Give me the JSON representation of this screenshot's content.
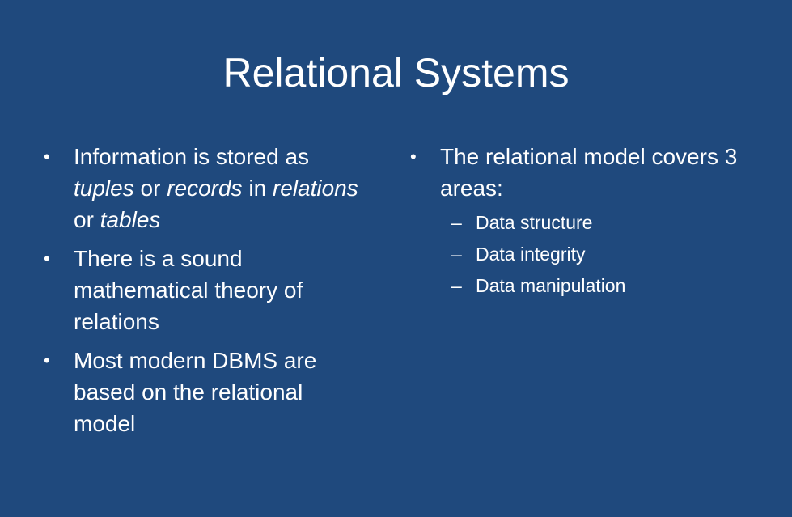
{
  "slide": {
    "title": "Relational Systems",
    "bullet_glyph": "•",
    "dash_glyph": "–",
    "left_bullets": [
      {
        "segments": [
          {
            "text": "Information is stored as ",
            "italic": false
          },
          {
            "text": "tuples",
            "italic": true
          },
          {
            "text": " or ",
            "italic": false
          },
          {
            "text": "records",
            "italic": true
          },
          {
            "text": " in ",
            "italic": false
          },
          {
            "text": "relations",
            "italic": true
          },
          {
            "text": " or ",
            "italic": false
          },
          {
            "text": "tables",
            "italic": true
          }
        ]
      },
      {
        "segments": [
          {
            "text": "There is a sound mathematical theory of relations",
            "italic": false
          }
        ]
      },
      {
        "segments": [
          {
            "text": "Most modern DBMS are based on the relational model",
            "italic": false
          }
        ]
      }
    ],
    "right_bullet": "The relational model  covers 3 areas:",
    "right_subitems": [
      "Data structure",
      "Data integrity",
      "Data manipulation"
    ],
    "colors": {
      "background": "#1f497d",
      "text": "#ffffff"
    }
  }
}
